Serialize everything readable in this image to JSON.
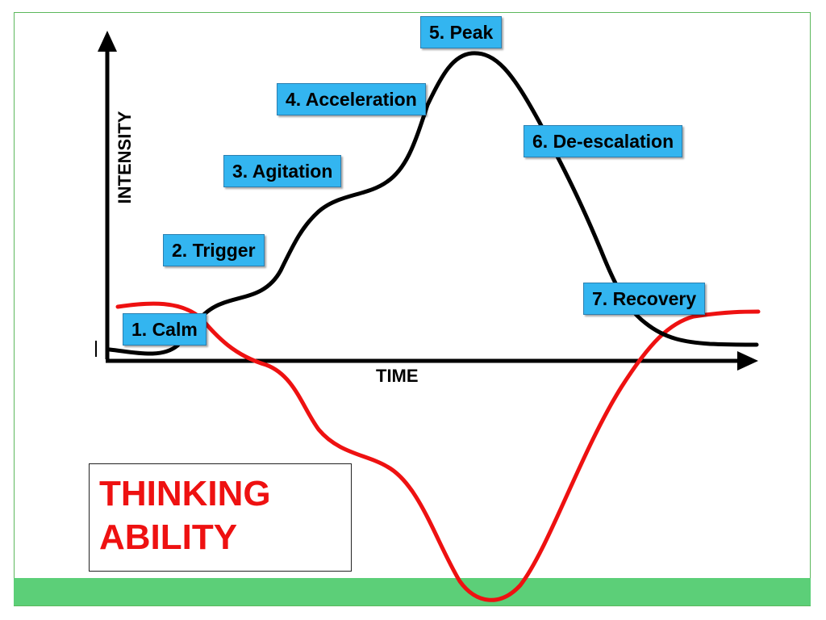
{
  "diagram": {
    "stages": [
      {
        "id": "calm",
        "label": "1. Calm"
      },
      {
        "id": "trigger",
        "label": "2. Trigger"
      },
      {
        "id": "agitation",
        "label": "3. Agitation"
      },
      {
        "id": "acceleration",
        "label": "4. Acceleration"
      },
      {
        "id": "peak",
        "label": "5. Peak"
      },
      {
        "id": "de-escalation",
        "label": "6. De-escalation"
      },
      {
        "id": "recovery",
        "label": "7. Recovery"
      }
    ],
    "y_axis_label": "INTENSITY",
    "x_axis_label": "TIME",
    "thinking_line1": "THINKING",
    "thinking_line2": "ABILITY"
  },
  "colors": {
    "intensity_curve": "#000000",
    "thinking_curve": "#ee1111",
    "stage_fill": "#33b5f0",
    "band": "#5ccf78",
    "frame": "#5cb85c"
  }
}
